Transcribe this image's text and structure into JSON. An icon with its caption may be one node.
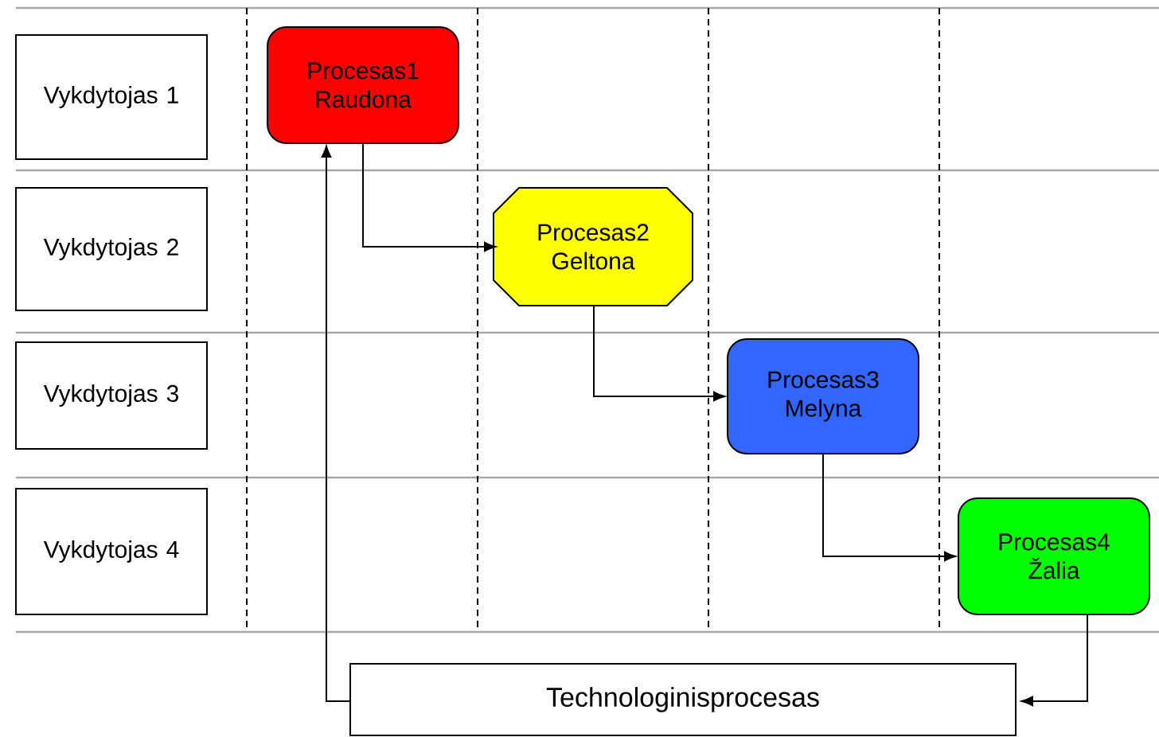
{
  "diagram": {
    "nodes": [
      {
        "text": [
          "Vykdytojas 1"
        ]
      },
      {
        "text": [
          "Vykdytojas 2"
        ]
      },
      {
        "text": [
          "Vykdytojas 3"
        ]
      },
      {
        "text": [
          "Vykdytojas 4"
        ]
      },
      {
        "text": [
          "Procesas1 Raudona"
        ]
      },
      {
        "text": [
          "Procesas2 Geltona"
        ]
      },
      {
        "text": [
          "Procesas3 Melyna"
        ]
      },
      {
        "text": [
          "Procesas4 Žalia"
        ]
      },
      {
        "text": [
          "Technologinisprocesas"
        ]
      }
    ],
    "edges": [
      {
        "from": 4,
        "to": 5,
        "arrow": "to"
      },
      {
        "from": 5,
        "to": 6,
        "arrow": "to"
      },
      {
        "from": 6,
        "to": 7,
        "arrow": "to"
      },
      {
        "from": 7,
        "to": 8,
        "arrow": "to"
      },
      {
        "from": 8,
        "to": 4,
        "arrow": "to"
      }
    ]
  }
}
